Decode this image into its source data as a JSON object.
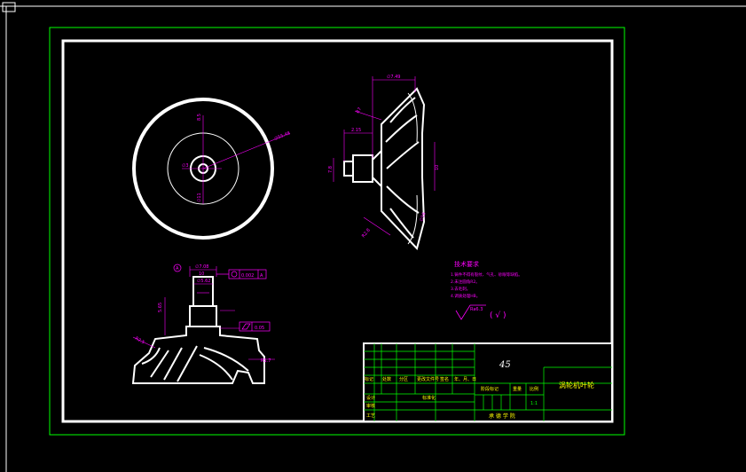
{
  "drawing": {
    "title": "涡轮机叶轮",
    "material": "45",
    "scale": "1:1",
    "school": "承 德 学 院"
  },
  "title_block": {
    "row_labels": [
      "标记",
      "处数",
      "分区",
      "更改文件号",
      "签名",
      "年、月、日"
    ],
    "stage_label": "阶段标记",
    "weight_label": "重量",
    "scale_label": "比例",
    "design_label": "设计",
    "standard_label": "标准化",
    "check_label": "审核",
    "process_label": "工艺"
  },
  "tech_req": {
    "heading": "技术要求",
    "lines": [
      "1.铸件不得有裂纹、气孔、砂眼等缺陷。",
      "2.未注圆角R2。",
      "3.去毛刺。",
      "4.调质处理HB。"
    ],
    "roughness": "Ra6.3",
    "paren_check": "( √ )"
  },
  "dims": {
    "side_top": "∅7.49",
    "side_r": "R7",
    "side_a": "2.15",
    "side_b": "7.8",
    "side_c": "10",
    "side_d": "∅16",
    "side_e": "R2.8",
    "front_dia": "∅55.48",
    "front_h1": "8.5",
    "front_h2": "∅3",
    "front_h3": "∅11",
    "sec_a": "∅7.08",
    "sec_b": "10",
    "sec_c": "∅5.62",
    "sec_d": "5.65",
    "sec_r": "R2.5",
    "sec_r2": "R1.7",
    "datum": "A",
    "tol1": "0.002",
    "tol1_datum": "A",
    "tol2": "0.05"
  }
}
